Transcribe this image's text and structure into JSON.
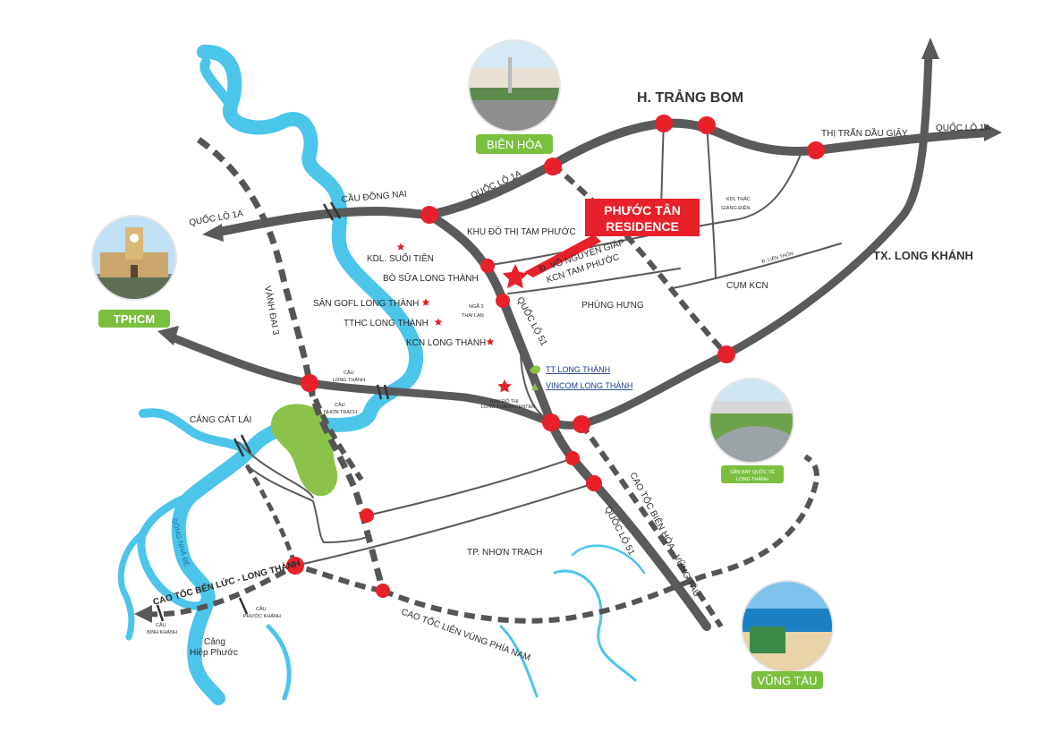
{
  "colors": {
    "water": "#4cc5ea",
    "road": "#5a5a5a",
    "road_dash": "#555555",
    "node": "#e8202a",
    "park": "#8bc34a",
    "pill": "#7bbf3f",
    "badge": "#e8202a",
    "label_blue": "#1a3c8c"
  },
  "badge": {
    "line1": "PHƯỚC TÂN",
    "line2": "RESIDENCE"
  },
  "cities": {
    "tphcm": "TPHCM",
    "bien_hoa": "BIÊN HÒA",
    "vung_tau": "VŨNG TÀU",
    "airport_line1": "SÂN BAY QUỐC TẾ",
    "airport_line2": "LONG THÀNH"
  },
  "region_labels": {
    "trang_bom": "H. TRẢNG BOM",
    "long_khanh": "TX. LONG KHÁNH",
    "nhon_trach": "TP. NHƠN TRẠCH"
  },
  "road_labels": {
    "ql1a_left": "QUỐC LỘ 1A",
    "ql1a_mid": "QUỐC LỘ 1A",
    "ql1a_right": "QUỐC LỘ 1A",
    "cau_dong_nai": "CẦU ĐỒNG NAI",
    "vanh_dai_3": "VÀNH ĐAI 3",
    "ql51_upper": "QUỐC LỘ 51",
    "ql51_lower": "QUỐC LỘ 51",
    "cao_toc_bh_vt": "CAO TỐC BIÊN HÒA - VŨNG TÀU",
    "cao_toc_bl_lt": "CAO TỐC BẾN LỨC - LONG THÀNH",
    "cao_toc_lvpn": "CAO TỐC LIÊN VÙNG PHÍA NAM",
    "vo_nguyen_giap_1": "Đ. VÕ NGUYÊN GIÁP",
    "vo_nguyen_giap_2": "KCN TAM PHƯỚC",
    "lien_thon": "Đ. LIÊN THÔN",
    "thi_tran_dau_giay": "THỊ TRẤN DẦU GIÂY",
    "kdl_thac_1": "KDL THÁC",
    "kdl_thac_2": "GIANG ĐIỀN",
    "phung_hung": "PHÙNG HƯNG",
    "cum_kcn": "CỤM KCN",
    "khu_do_thi_tam_phuoc": "KHU ĐÔ THỊ TAM PHƯỚC",
    "nga3_1": "NGÃ 3",
    "nga3_2": "THÁI LAN",
    "cang_cat_lai": "CẢNG CÁT LÁI",
    "cang_hiep_phuoc_1": "Cảng",
    "cang_hiep_phuoc_2": "Hiệp Phước",
    "cau_lt_1": "CẦU",
    "cau_lt_2": "LONG THÀNH",
    "cau_nt_1": "CẦU",
    "cau_nt_2": "NHƠN TRẠCH",
    "cau_pk_1": "CẦU",
    "cau_pk_2": "PHƯỚC KHÁNH",
    "cau_bk_1": "CẦU",
    "cau_bk_2": "BÌNH KHÁNH",
    "song_nha_be": "SÔNG NHÀ BÈ",
    "kdt_ltc_1": "KHU ĐÔ THỊ",
    "kdt_ltc_2": "LONG THÀNH CENTER"
  },
  "poi": {
    "kdl_suoi_tien": "KDL. SUỐI TIÊN",
    "bo_sua": "BÒ SỮA LONG THÀNH",
    "san_golf": "SÂN GOFL LONG THÀNH",
    "tthc": "TTHC LONG THÀNH",
    "kcn": "KCN LONG THÀNH",
    "tt_long_thanh": "TT LONG THÀNH",
    "vincom": "VINCOM LONG THÀNH"
  },
  "icons": [
    "star-marker-icon",
    "arrow-head-icon",
    "leaf-icon",
    "bridge-icon"
  ]
}
